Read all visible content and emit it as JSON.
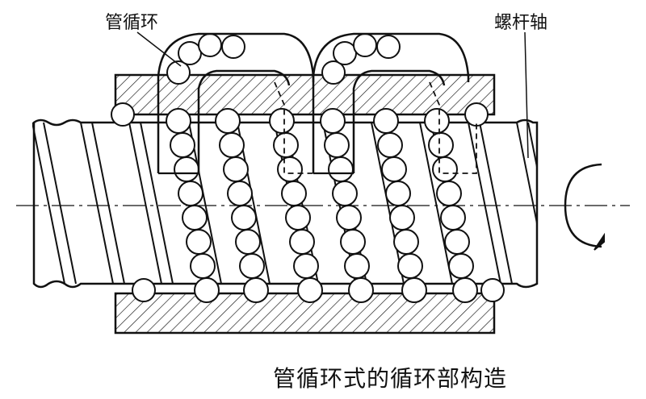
{
  "labels": {
    "return_tube": "管循环",
    "screw_shaft": "螺杆轴",
    "caption": "管循环式的循环部构造"
  },
  "colors": {
    "stroke": "#111111",
    "background": "#ffffff"
  }
}
